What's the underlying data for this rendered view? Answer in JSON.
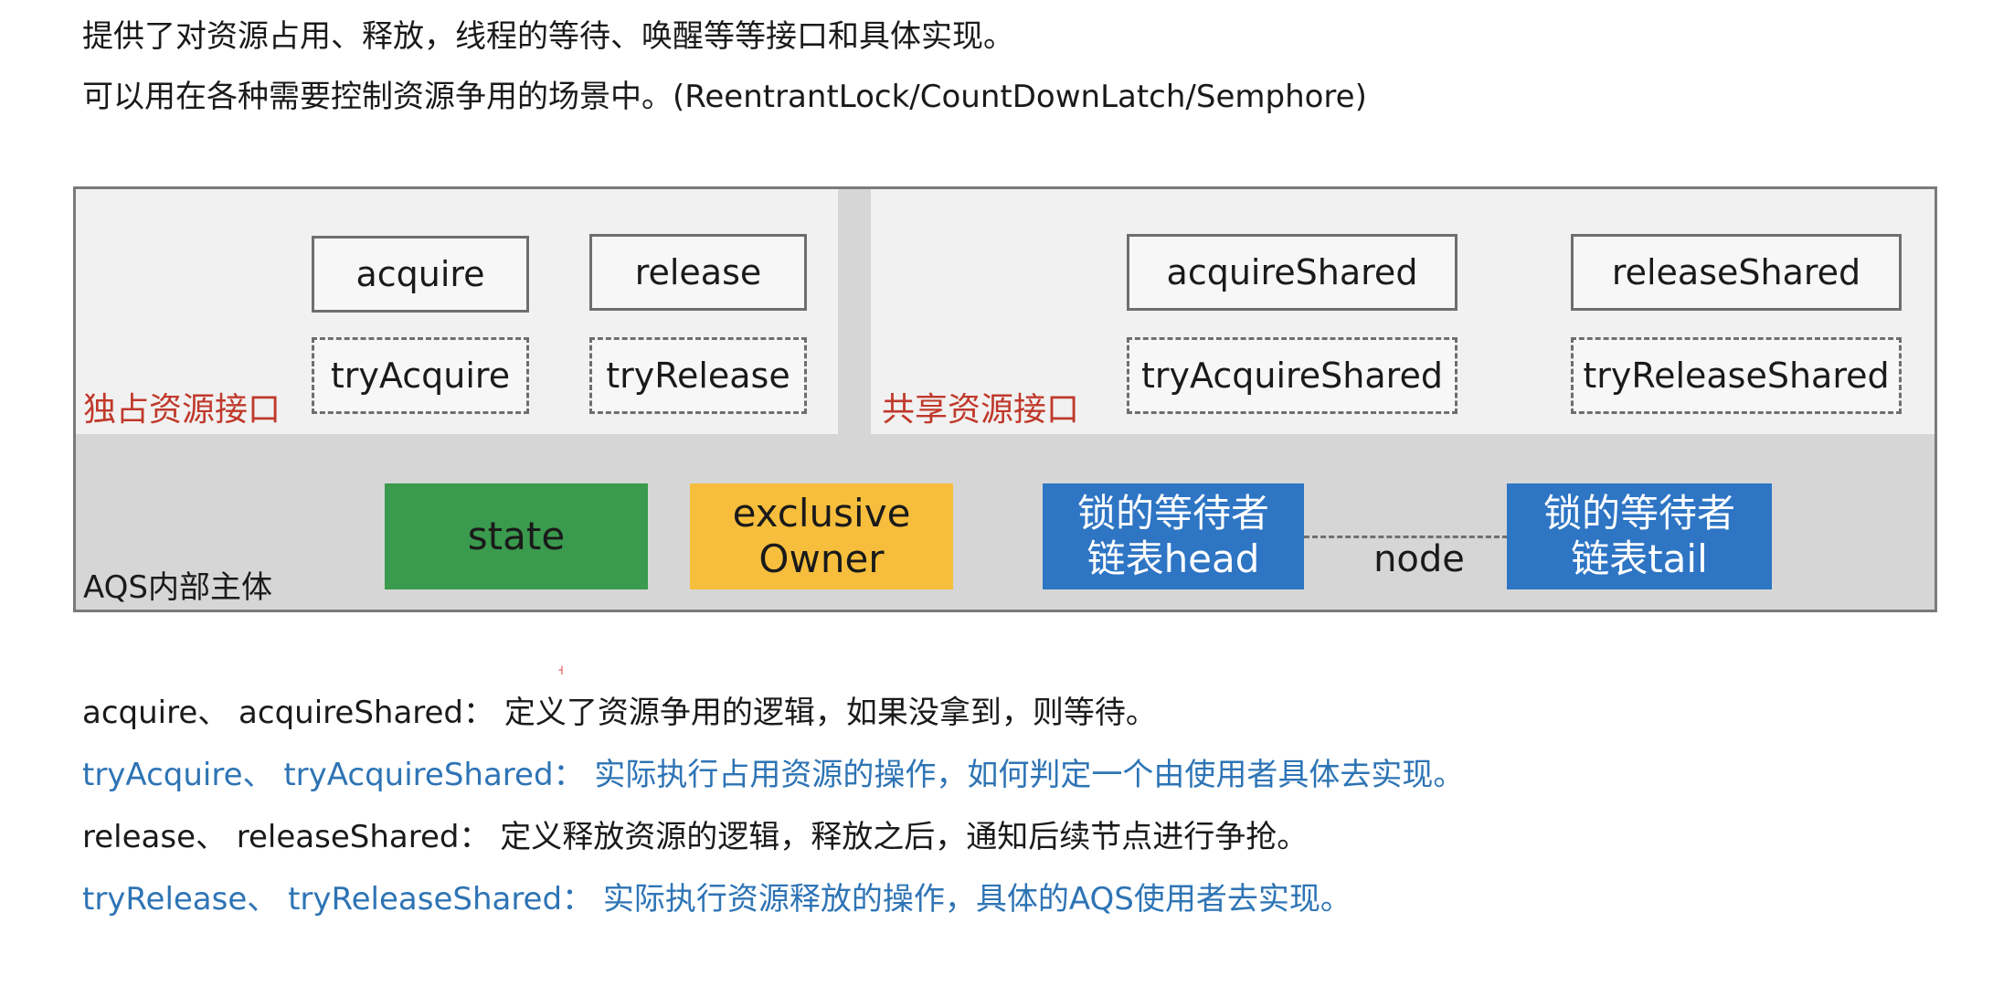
{
  "intro": {
    "line1": "提供了对资源占用、释放，线程的等待、唤醒等等接口和具体实现。",
    "line2": "可以用在各种需要控制资源争用的场景中。(ReentrantLock/CountDownLatch/Semphore)"
  },
  "diagram": {
    "exclusive": {
      "label": "独占资源接口",
      "acquire": "acquire",
      "release": "release",
      "tryAcquire": "tryAcquire",
      "tryRelease": "tryRelease"
    },
    "shared": {
      "label": "共享资源接口",
      "acquireShared": "acquireShared",
      "releaseShared": "releaseShared",
      "tryAcquireShared": "tryAcquireShared",
      "tryReleaseShared": "tryReleaseShared"
    },
    "core": {
      "label": "AQS内部主体",
      "state": "state",
      "owner_line1": "exclusive",
      "owner_line2": "Owner",
      "head_line1": "锁的等待者",
      "head_line2": "链表head",
      "tail_line1": "锁的等待者",
      "tail_line2": "链表tail",
      "node": "node"
    },
    "colors": {
      "state": "#3a9a4d",
      "owner": "#f6be3c",
      "queue": "#2e75c4",
      "label_red": "#c0392b"
    }
  },
  "notes": [
    {
      "text": "acquire、 acquireShared： 定义了资源争用的逻辑，如果没拿到，则等待。",
      "color": "#1a1a1a"
    },
    {
      "text": "tryAcquire、 tryAcquireShared： 实际执行占用资源的操作，如何判定一个由使用者具体去实现。",
      "color": "#2e74b5"
    },
    {
      "text": "release、 releaseShared： 定义释放资源的逻辑，释放之后，通知后续节点进行争抢。",
      "color": "#1a1a1a"
    },
    {
      "text": "tryRelease、 tryReleaseShared： 实际执行资源释放的操作，具体的AQS使用者去实现。",
      "color": "#2e74b5"
    }
  ]
}
